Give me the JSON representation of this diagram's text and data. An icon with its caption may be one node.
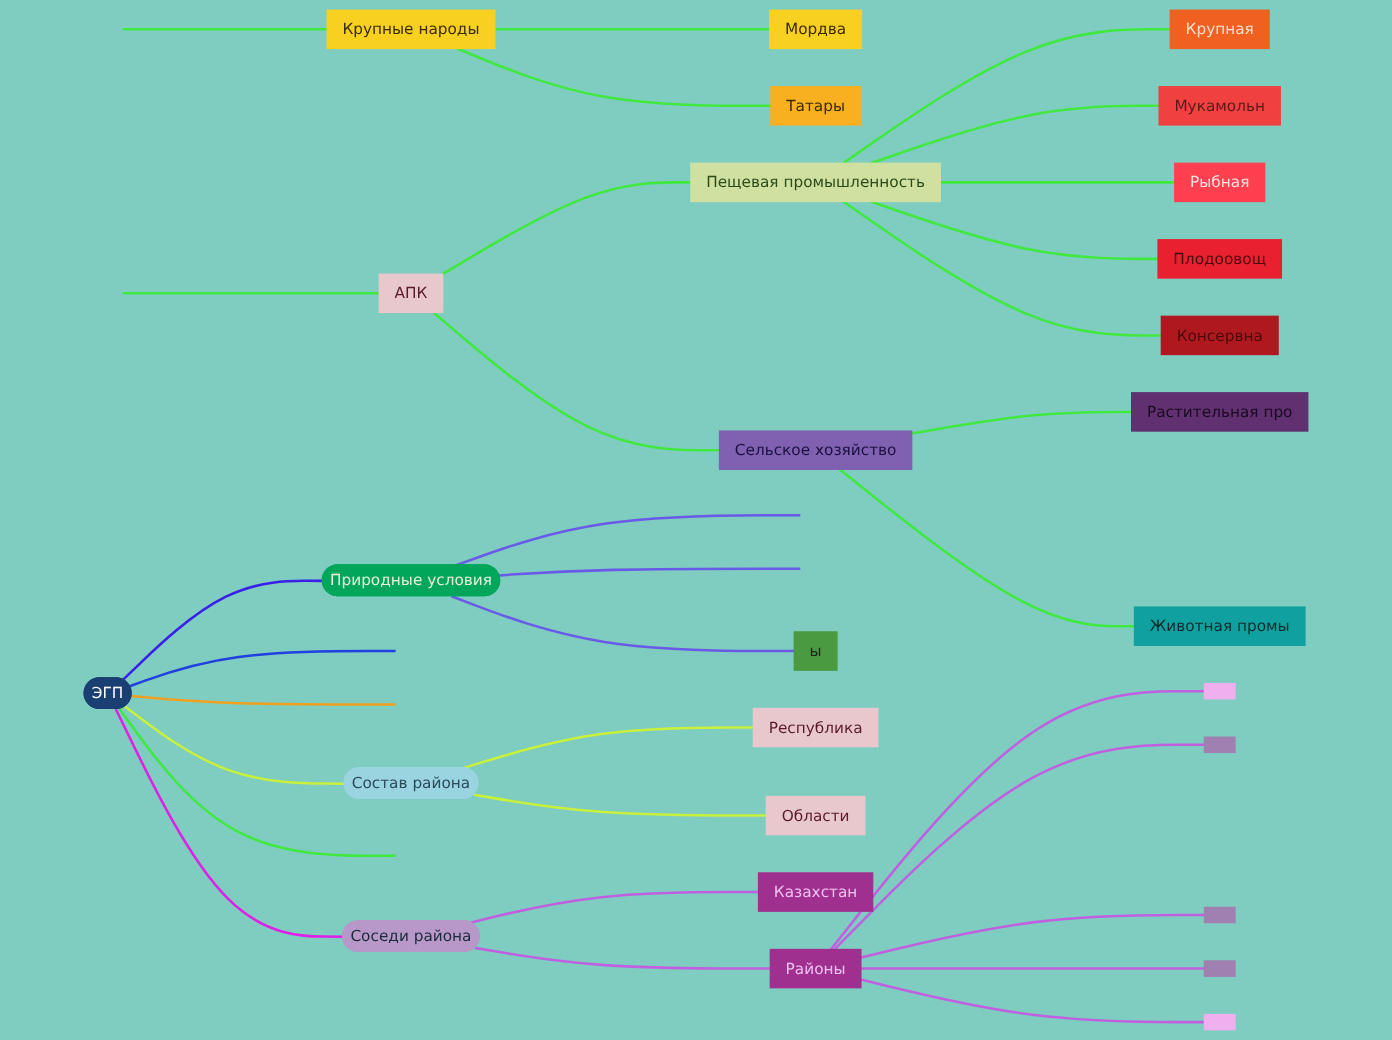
{
  "diagram": {
    "nodes": [
      {
        "text": [
          "ЭГП"
        ]
      },
      {
        "text": [
          "Природные условия"
        ]
      },
      {
        "text": [
          "ы"
        ]
      },
      {
        "text": [
          "Состав района"
        ]
      },
      {
        "text": [
          "Республика"
        ]
      },
      {
        "text": [
          "Области"
        ]
      },
      {
        "text": [
          "АПК"
        ]
      },
      {
        "text": [
          "Пещевая промышленность"
        ]
      },
      {
        "text": [
          "Крупная"
        ]
      },
      {
        "text": [
          "Мукамольн"
        ]
      },
      {
        "text": [
          "Рыбная"
        ]
      },
      {
        "text": [
          "Плодоовощ"
        ]
      },
      {
        "text": [
          "Консервна"
        ]
      },
      {
        "text": [
          "Сельское хозяйство"
        ]
      },
      {
        "text": [
          "Растительная про"
        ]
      },
      {
        "text": [
          "Животная промы"
        ]
      },
      {
        "text": [
          "Крупные народы"
        ]
      },
      {
        "text": [
          "Мордва"
        ]
      },
      {
        "text": [
          "Татары"
        ]
      },
      {
        "text": [
          "Соседи района"
        ]
      },
      {
        "text": [
          "Казахстан"
        ]
      },
      {
        "text": [
          "Районы"
        ]
      },
      {
        "text": [],
        "shape": "box"
      },
      {
        "text": [],
        "shape": "box"
      },
      {
        "text": [],
        "shape": "box"
      },
      {
        "text": [],
        "shape": "box"
      },
      {
        "text": [],
        "shape": "box"
      }
    ],
    "edges": [
      {
        "from": 0,
        "to": 1,
        "arrow": "none",
        "color": "#3a1fe8"
      },
      {
        "from": 0,
        "to": null,
        "arrow": "none",
        "color": "#2040e0"
      },
      {
        "from": 0,
        "to": null,
        "arrow": "none",
        "color": "#f0a020"
      },
      {
        "from": 0,
        "to": 3,
        "arrow": "none",
        "color": "#c8f03c"
      },
      {
        "from": 0,
        "to": null,
        "arrow": "none",
        "color": "#40e840"
      },
      {
        "from": 0,
        "to": 19,
        "arrow": "none",
        "color": "#e020e8"
      },
      {
        "from": 1,
        "to": null,
        "arrow": "none",
        "color": "#6a5ae8"
      },
      {
        "from": 1,
        "to": null,
        "arrow": "none",
        "color": "#6a5ae8"
      },
      {
        "from": 1,
        "to": 2,
        "arrow": "none",
        "color": "#6a5ae8"
      },
      {
        "from": 3,
        "to": 4,
        "arrow": "none",
        "color": "#c8f03c"
      },
      {
        "from": 3,
        "to": 5,
        "arrow": "none",
        "color": "#c8f03c"
      },
      {
        "from": null,
        "to": 6,
        "arrow": "none",
        "color": "#40e840"
      },
      {
        "from": 6,
        "to": 7,
        "arrow": "none",
        "color": "#40e840"
      },
      {
        "from": 6,
        "to": 13,
        "arrow": "none",
        "color": "#40e840"
      },
      {
        "from": 7,
        "to": 8,
        "arrow": "none",
        "color": "#40e840"
      },
      {
        "from": 7,
        "to": 9,
        "arrow": "none",
        "color": "#40e840"
      },
      {
        "from": 7,
        "to": 10,
        "arrow": "none",
        "color": "#40e840"
      },
      {
        "from": 7,
        "to": 11,
        "arrow": "none",
        "color": "#40e840"
      },
      {
        "from": 7,
        "to": 12,
        "arrow": "none",
        "color": "#40e840"
      },
      {
        "from": 13,
        "to": 14,
        "arrow": "none",
        "color": "#40e840"
      },
      {
        "from": 13,
        "to": 15,
        "arrow": "none",
        "color": "#40e840"
      },
      {
        "from": null,
        "to": 16,
        "arrow": "none",
        "color": "#40e840"
      },
      {
        "from": 16,
        "to": 17,
        "arrow": "none",
        "color": "#40e840"
      },
      {
        "from": 16,
        "to": 18,
        "arrow": "none",
        "color": "#40e840"
      },
      {
        "from": 19,
        "to": 20,
        "arrow": "none",
        "color": "#c060e0"
      },
      {
        "from": 19,
        "to": 21,
        "arrow": "none",
        "color": "#c060e0"
      },
      {
        "from": 21,
        "to": 22,
        "arrow": "none",
        "color": "#c060e0"
      },
      {
        "from": 21,
        "to": 23,
        "arrow": "none",
        "color": "#c060e0"
      },
      {
        "from": 21,
        "to": 24,
        "arrow": "none",
        "color": "#c060e0"
      },
      {
        "from": 21,
        "to": 25,
        "arrow": "none",
        "color": "#c060e0"
      },
      {
        "from": 21,
        "to": 26,
        "arrow": "none",
        "color": "#c060e0"
      }
    ]
  }
}
